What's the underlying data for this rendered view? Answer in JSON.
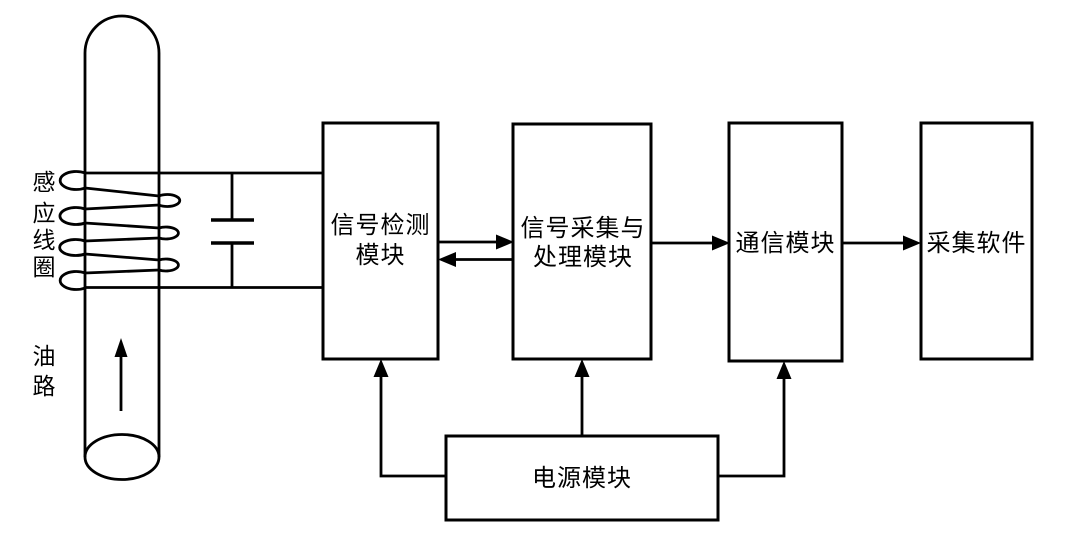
{
  "page": {
    "background": "#ffffff",
    "line_color": "#000000"
  },
  "diagram": {
    "coil_label": {
      "text": "感应线圈",
      "chars": [
        "感",
        "应",
        "线",
        "圈"
      ]
    },
    "oil_label": {
      "text": "油路",
      "chars": [
        "油",
        "路"
      ]
    },
    "modules": {
      "detection": {
        "line1": "信号检测",
        "line2": "模块"
      },
      "acquisition": {
        "line1": "信号采集与",
        "line2": "处理模块"
      },
      "communication": {
        "label": "通信模块"
      },
      "software": {
        "label": "采集软件"
      },
      "power": {
        "label": "电源模块"
      }
    },
    "connections": [
      {
        "from": "信号检测模块",
        "to": "信号采集与处理模块",
        "type": "bidirectional"
      },
      {
        "from": "信号采集与处理模块",
        "to": "通信模块",
        "type": "arrow"
      },
      {
        "from": "通信模块",
        "to": "采集软件",
        "type": "arrow"
      },
      {
        "from": "电源模块",
        "to": "信号检测模块",
        "type": "arrow"
      },
      {
        "from": "电源模块",
        "to": "信号采集与处理模块",
        "type": "arrow"
      },
      {
        "from": "电源模块",
        "to": "通信模块",
        "type": "arrow"
      }
    ]
  }
}
